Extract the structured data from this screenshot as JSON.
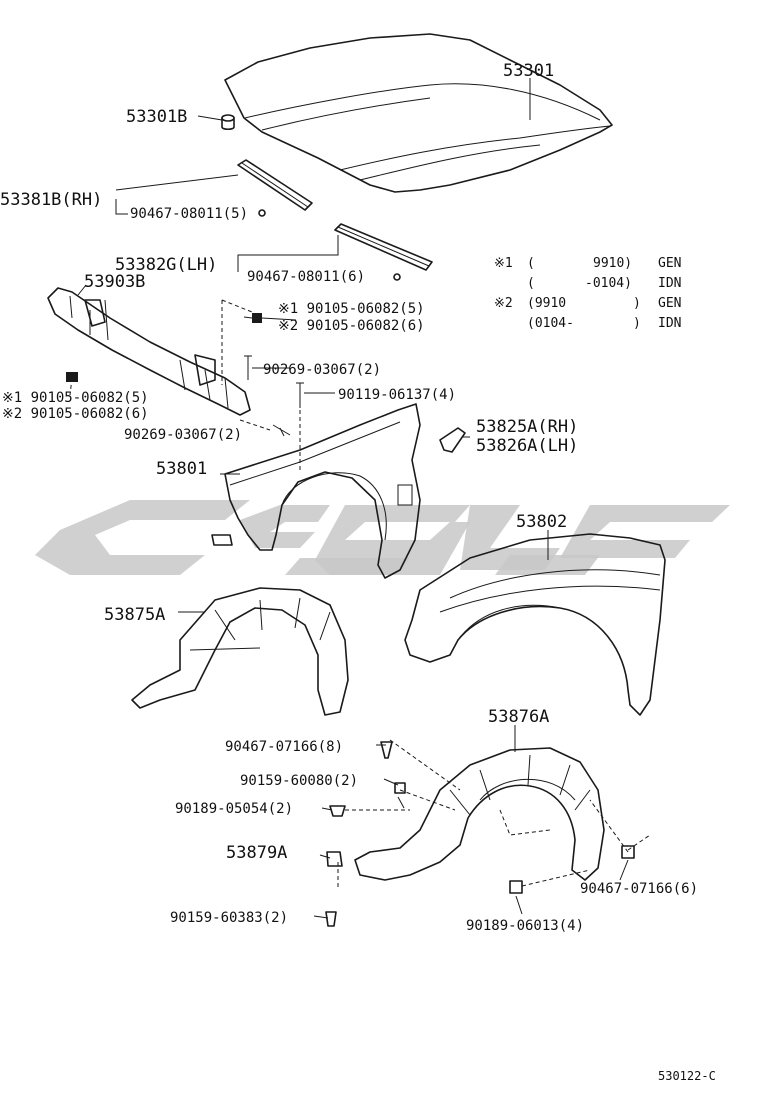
{
  "callouts": {
    "hood": "53301",
    "hood_cushion": "53301B",
    "seal_rh": "53381B(RH)",
    "clip_rh": "90467-08011(5)",
    "seal_lh": "53382G(LH)",
    "clip_lh": "90467-08011(6)",
    "support": "53903B",
    "bolt_a1": "※1 90105-06082(5)",
    "bolt_a2": "※2 90105-06082(6)",
    "screw_a": "90269-03067(2)",
    "screw_b": "90119-06137(4)",
    "bolt_b1": "※1 90105-06082(5)",
    "bolt_b2": "※2 90105-06082(6)",
    "screw_c": "90269-03067(2)",
    "fender_lh": "53801",
    "bracket_rh": "53825A(RH)",
    "bracket_lh": "53826A(LH)",
    "fender_rh": "53802",
    "liner_lh": "53875A",
    "liner_rh": "53876A",
    "clip_d": "90467-07166(8)",
    "bolt_d": "90159-60080(2)",
    "nut_d": "90189-05054(2)",
    "seal_d": "53879A",
    "screw_d": "90159-60383(2)",
    "nut_e": "90189-06013(4)",
    "clip_e": "90467-07166(6)"
  },
  "notes": [
    {
      "mark": "※1",
      "from": "(",
      "to": "9910)",
      "code": "GEN"
    },
    {
      "mark": "",
      "from": "(",
      "to": "-0104)",
      "code": "IDN"
    },
    {
      "mark": "※2",
      "from": "(9910",
      "to": ")",
      "code": "GEN"
    },
    {
      "mark": "",
      "from": "(0104-",
      "to": ")",
      "code": "IDN"
    }
  ],
  "figure_code": "530122-C",
  "colors": {
    "ink": "#1a1a1a",
    "watermark": "#c8c8c8",
    "background": "#ffffff"
  }
}
